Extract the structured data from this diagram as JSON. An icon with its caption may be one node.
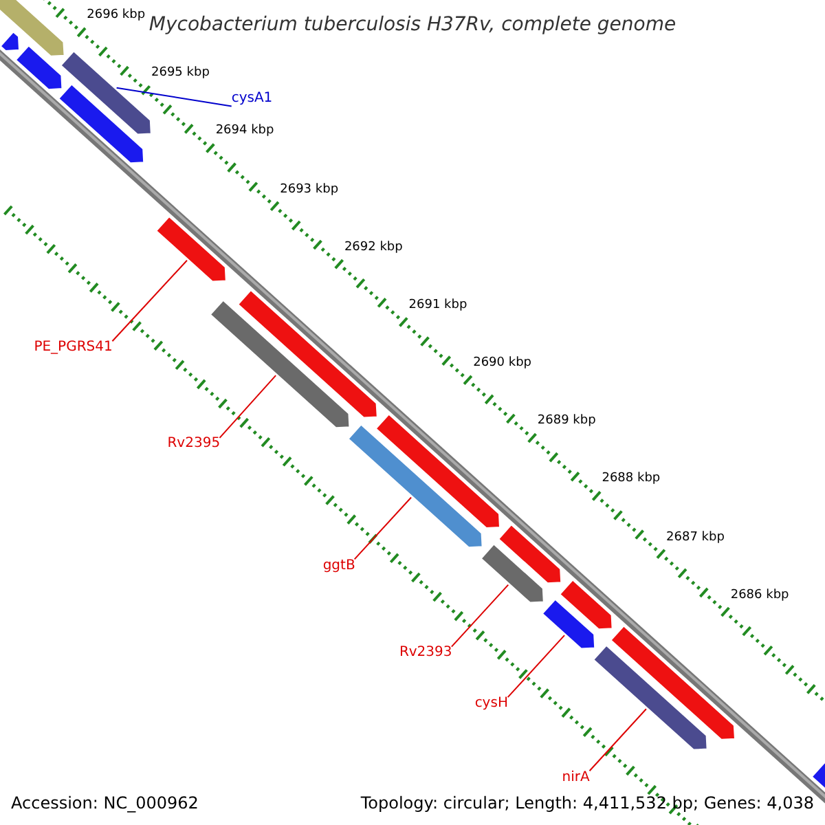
{
  "diagram": {
    "title": "Mycobacterium tuberculosis H37Rv, complete genome",
    "nodes": [
      {
        "text": [
          "cysA1"
        ]
      },
      {
        "text": [],
        "shape": "bar"
      },
      {
        "text": [
          "PE_PGRS41"
        ]
      },
      {
        "text": [],
        "shape": "bar"
      },
      {
        "text": [
          "Rv2395"
        ]
      },
      {
        "text": [],
        "shape": "bar"
      },
      {
        "text": [
          "ggtB"
        ]
      },
      {
        "text": [],
        "shape": "bar"
      },
      {
        "text": [
          "Rv2393"
        ]
      },
      {
        "text": [],
        "shape": "bar"
      },
      {
        "text": [
          "cysH"
        ]
      },
      {
        "text": [],
        "shape": "bar"
      },
      {
        "text": [
          "nirA"
        ]
      },
      {
        "text": [],
        "shape": "bar"
      },
      {
        "text": [],
        "shape": "bar"
      },
      {
        "text": [],
        "shape": "bar"
      },
      {
        "text": [],
        "shape": "bar"
      },
      {
        "text": [],
        "shape": "bar"
      },
      {
        "text": [],
        "shape": "bar"
      },
      {
        "text": [],
        "shape": "bar"
      },
      {
        "text": [],
        "shape": "bar"
      },
      {
        "text": [],
        "shape": "bar"
      },
      {
        "text": [],
        "shape": "bar"
      },
      {
        "text": [],
        "shape": "bar"
      }
    ],
    "edges": [
      {
        "from": 0,
        "to": 1,
        "arrow": "none",
        "color": "#0000cc"
      },
      {
        "from": 2,
        "to": 3,
        "arrow": "none"
      },
      {
        "from": 4,
        "to": 5,
        "arrow": "none"
      },
      {
        "from": 6,
        "to": 7,
        "arrow": "none"
      },
      {
        "from": 8,
        "to": 9,
        "arrow": "none"
      },
      {
        "from": 10,
        "to": 11,
        "arrow": "none"
      },
      {
        "from": 12,
        "to": 13,
        "arrow": "none"
      }
    ],
    "labels": [
      "2696 kbp",
      "2695 kbp",
      "2694 kbp",
      "2693 kbp",
      "2692 kbp",
      "2691 kbp",
      "2690 kbp",
      "2689 kbp",
      "2688 kbp",
      "2687 kbp",
      "2686 kbp",
      "Accession: NC_000962",
      "Topology: circular; Length: 4,411,532 bp; Genes: 4,038"
    ]
  }
}
